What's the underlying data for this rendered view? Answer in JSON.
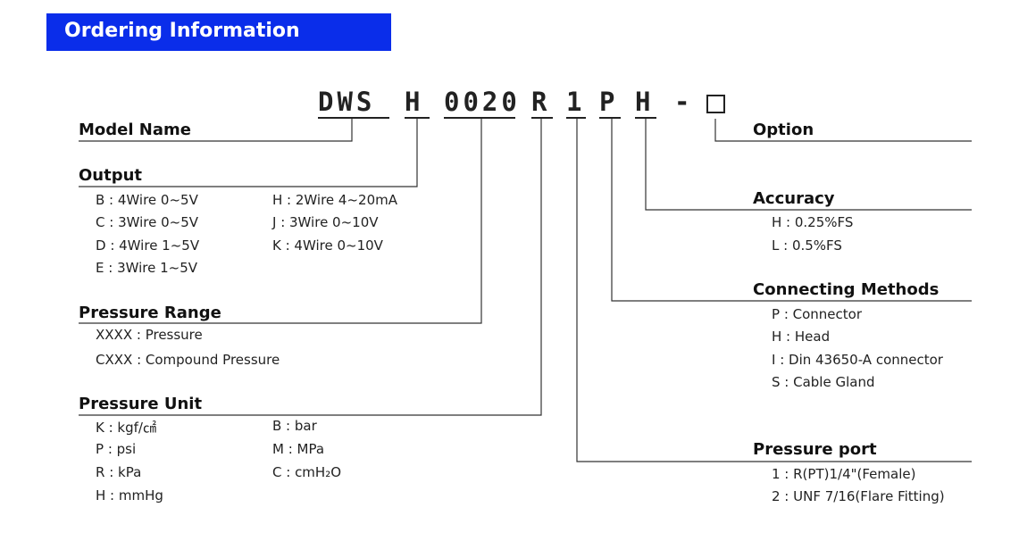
{
  "banner": {
    "title": "Ordering Information"
  },
  "model_code": {
    "segments": [
      "DWS",
      "H",
      "0020",
      "R",
      "1",
      "P",
      "H"
    ],
    "separator": "-"
  },
  "sections": {
    "model_name": {
      "heading": "Model Name"
    },
    "option": {
      "heading": "Option"
    },
    "output": {
      "heading": "Output",
      "items": [
        "B : 4Wire 0~5V",
        "C : 3Wire 0~5V",
        "D : 4Wire 1~5V",
        "E : 3Wire 1~5V",
        "H : 2Wire 4~20mA",
        "J : 3Wire 0~10V",
        "K : 4Wire 0~10V"
      ]
    },
    "accuracy": {
      "heading": "Accuracy",
      "items": [
        "H : 0.25%FS",
        "L : 0.5%FS"
      ]
    },
    "pressure_range": {
      "heading": "Pressure Range",
      "items": [
        "XXXX : Pressure",
        "CXXX : Compound Pressure"
      ]
    },
    "connecting_methods": {
      "heading": "Connecting Methods",
      "items": [
        "P : Connector",
        "H : Head",
        "I : Din 43650-A connector",
        "S : Cable Gland"
      ]
    },
    "pressure_unit": {
      "heading": "Pressure Unit",
      "items": [
        "K : kgf/㎠",
        "P : psi",
        "R : kPa",
        "H : mmHg",
        "B : bar",
        "M : MPa",
        "C : cmH₂O"
      ]
    },
    "pressure_port": {
      "heading": "Pressure port",
      "items": [
        "1 : R(PT)1/4\"(Female)",
        "2 : UNF 7/16(Flare Fitting)"
      ]
    }
  }
}
